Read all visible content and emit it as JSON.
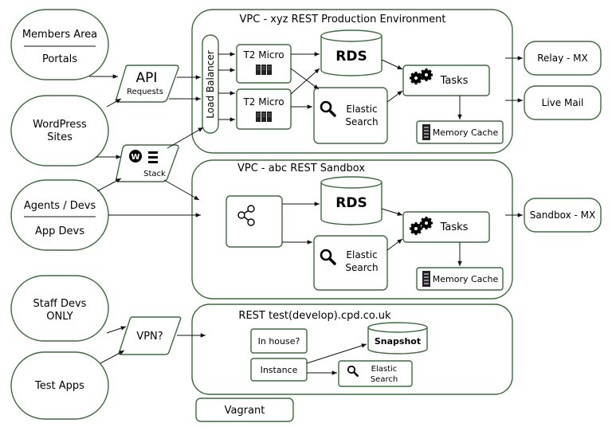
{
  "left": {
    "members_area": "Members Area",
    "portals": "Portals",
    "wordpress": "WordPress",
    "sites": "Sites",
    "agents_devs": "Agents / Devs",
    "app_devs": "App Devs",
    "staff_devs": "Staff Devs",
    "only": "ONLY",
    "test_apps": "Test Apps"
  },
  "middle": {
    "api": "API",
    "requests": "Requests",
    "stack": "Stack",
    "vpn": "VPN?"
  },
  "prod": {
    "title": "VPC - xyz  REST Production Environment",
    "load_balancer": "Load Balancer",
    "t2_micro_1": "T2 Micro",
    "t2_micro_2": "T2 Micro",
    "rds": "RDS",
    "tasks": "Tasks",
    "elastic": "Elastic",
    "search": "Search",
    "memory_cache": "Memory Cache"
  },
  "sandbox": {
    "title": "VPC - abc  REST Sandbox",
    "rds": "RDS",
    "tasks": "Tasks",
    "elastic": "Elastic",
    "search": "Search",
    "memory_cache": "Memory Cache"
  },
  "test": {
    "title": "REST   test(develop).cpd.co.uk",
    "in_house": "In house?",
    "instance": "Instance",
    "snapshot": "Snapshot",
    "elastic": "Elastic",
    "search": "Search"
  },
  "external": {
    "relay_mx": "Relay - MX",
    "live_mail": "Live Mail",
    "sandbox_mx": "Sandbox - MX"
  },
  "vagrant": "Vagrant"
}
